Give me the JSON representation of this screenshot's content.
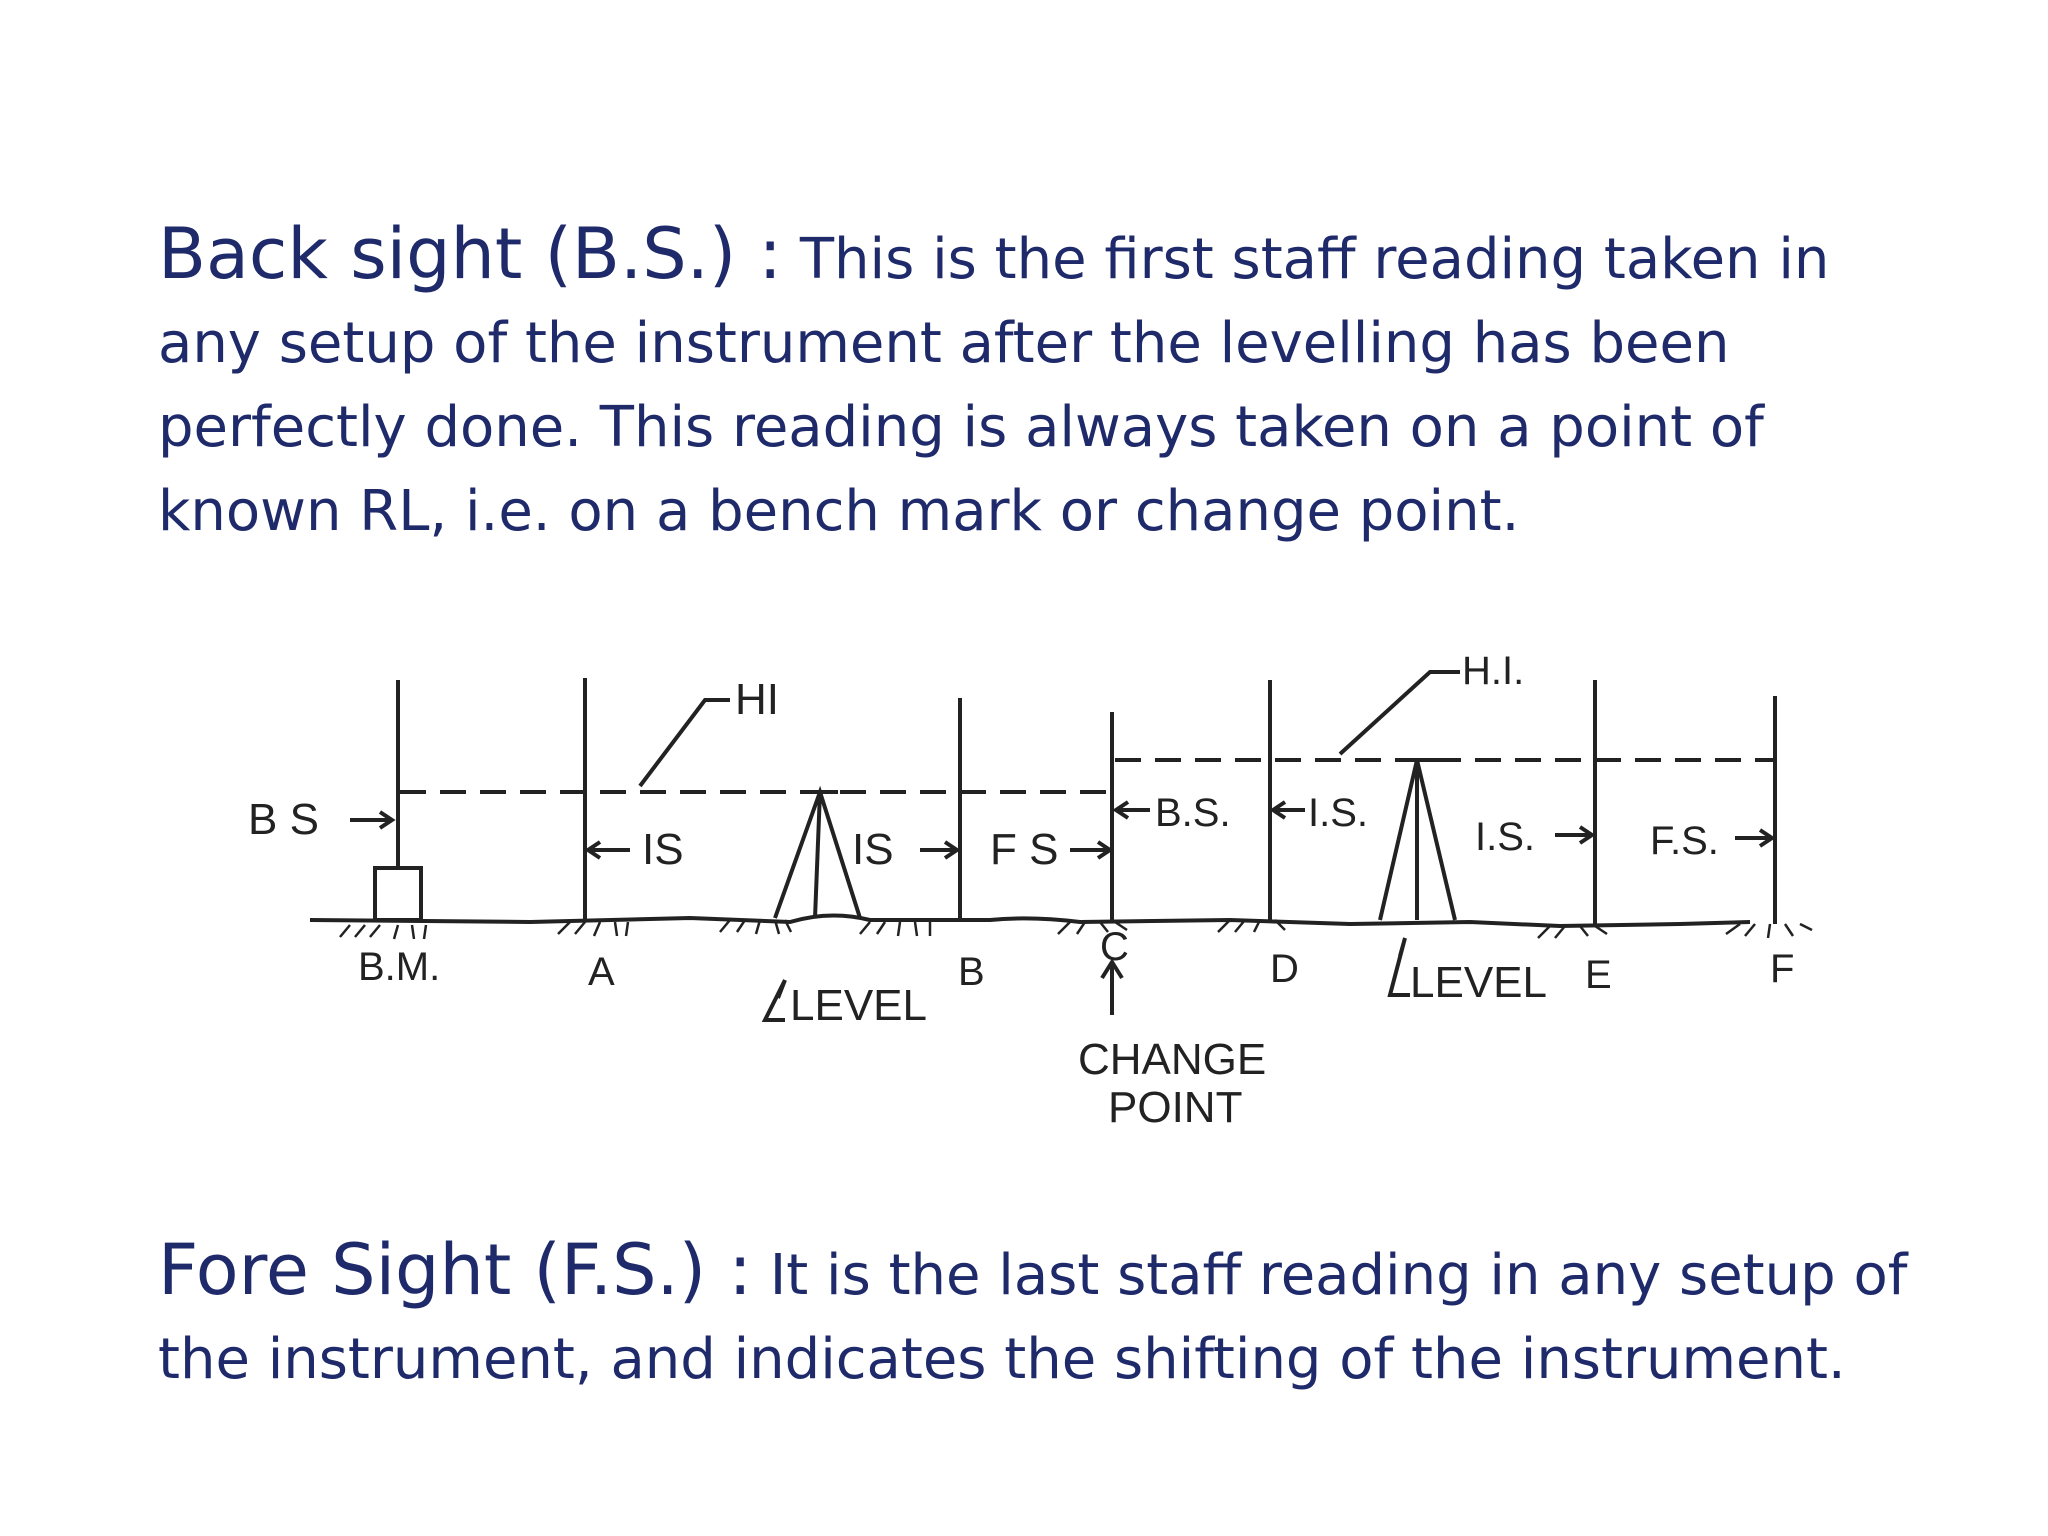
{
  "back_sight": {
    "term": "Back sight (B.S.) :",
    "text": "This is the first staff reading taken in any setup of the instrument after the levelling has been perfectly done. This reading is always taken on a point of known RL, i.e. on a bench mark or change point."
  },
  "fore_sight": {
    "term": "Fore Sight (F.S.) :",
    "text": "It is the last staff reading in any setup of the instrument, and indicates the shifting of the instrument."
  },
  "diagram": {
    "hi_left": "HI",
    "hi_right": "H.I.",
    "bs_left": "B S",
    "is_a": "IS",
    "is_b": "IS",
    "fs_b": "F S",
    "bs_c": "B.S.",
    "is_d": "I.S.",
    "is_e": "I.S.",
    "fs_f": "F.S.",
    "point_bm": "B.M.",
    "point_a": "A",
    "point_b": "B",
    "point_c": "C",
    "point_d": "D",
    "point_e": "E",
    "point_f": "F",
    "level_1": "LEVEL",
    "level_2": "LEVEL",
    "change_point_line1": "CHANGE",
    "change_point_line2": "POINT"
  }
}
